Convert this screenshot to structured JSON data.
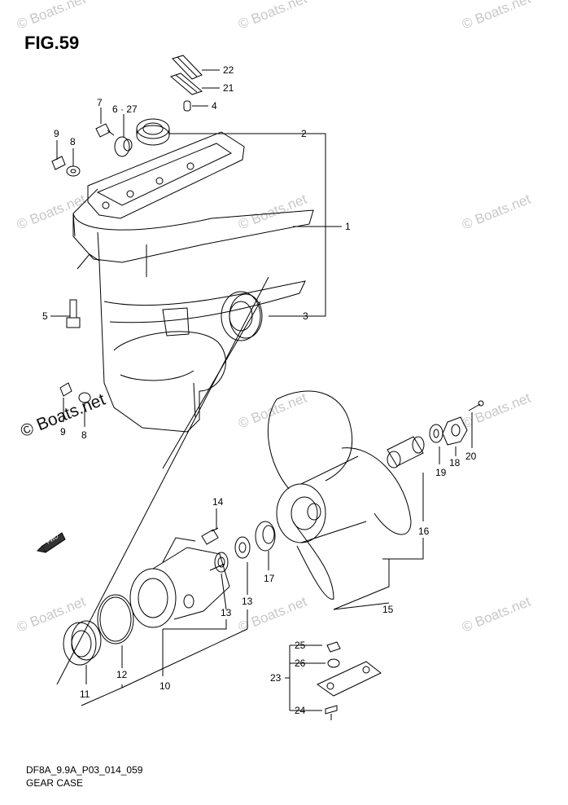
{
  "figure": {
    "title": "FIG.59"
  },
  "footer": {
    "code": "DF8A_9.9A_P03_014_059",
    "name": "GEAR CASE"
  },
  "watermark": {
    "text": "© Boats.net"
  },
  "labels": {
    "l1": "1",
    "l2": "2",
    "l3": "3",
    "l4": "4",
    "l5": "5",
    "l6_27": "6 · 27",
    "l7": "7",
    "l8a": "8",
    "l9a": "9",
    "l8b": "8",
    "l9b": "9",
    "l10": "10",
    "l11": "11",
    "l12": "12",
    "l13a": "13",
    "l13b": "13",
    "l14": "14",
    "l15": "15",
    "l16": "16",
    "l17": "17",
    "l18": "18",
    "l19": "19",
    "l20": "20",
    "l21": "21",
    "l22": "22",
    "l23": "23",
    "l24": "24",
    "l25": "25",
    "l26": "26"
  },
  "fwd_arrow": {
    "text": "FWD"
  }
}
